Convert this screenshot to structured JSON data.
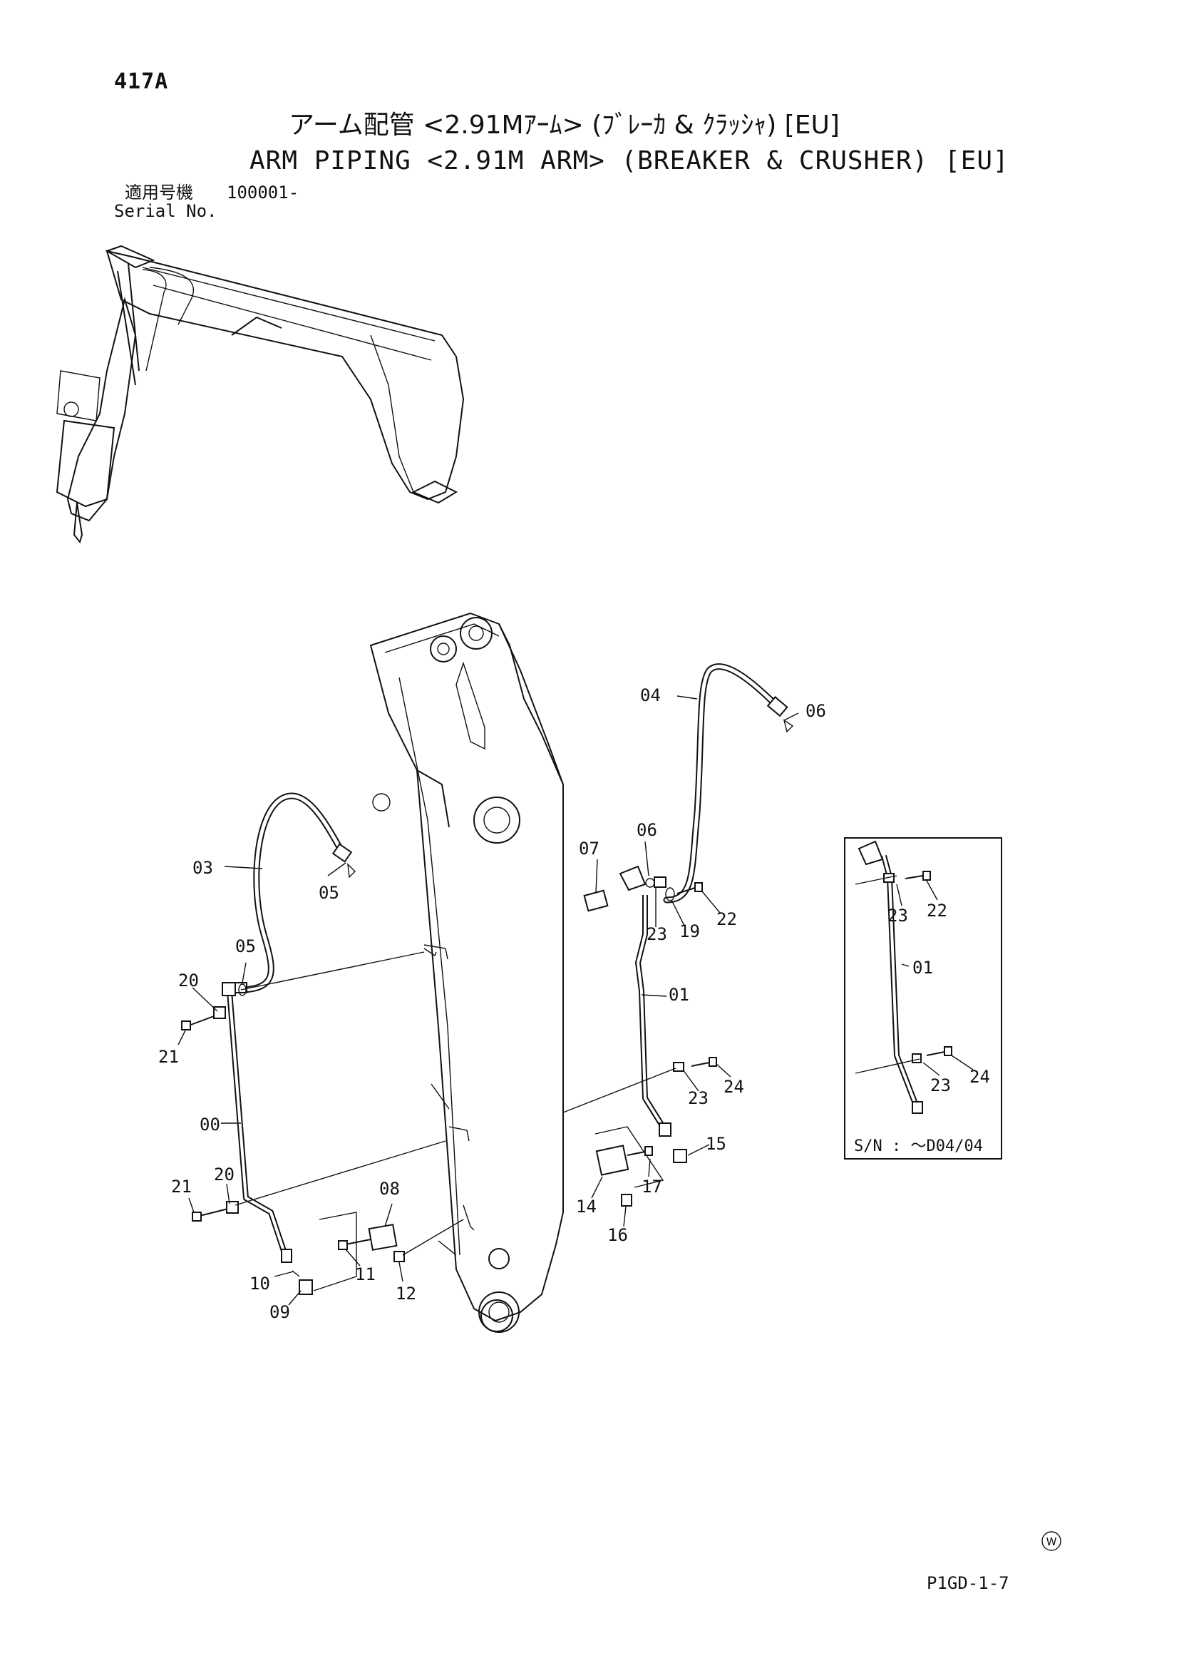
{
  "header": {
    "page_no": "417A",
    "title_jp": "アーム配管 <2.91Mｱｰﾑ> (ﾌﾞﾚｰｶ & ｸﾗｯｼｬ) [EU]",
    "title_en": "ARM PIPING <2.91M ARM> (BREAKER & CRUSHER) [EU]",
    "serial_label_jp": "適用号機",
    "serial_value": "100001-",
    "serial_label_en": "Serial No."
  },
  "callouts": {
    "c00": "00",
    "c01": "01",
    "c03": "03",
    "c04": "04",
    "c05a": "05",
    "c05b": "05",
    "c06a": "06",
    "c06b": "06",
    "c07": "07",
    "c08": "08",
    "c09": "09",
    "c10": "10",
    "c11": "11",
    "c12": "12",
    "c14": "14",
    "c15": "15",
    "c16": "16",
    "c17": "17",
    "c19": "19",
    "c20a": "20",
    "c20b": "20",
    "c21a": "21",
    "c21b": "21",
    "c22": "22",
    "c23a": "23",
    "c23b": "23",
    "c24": "24"
  },
  "inset": {
    "c23a": "23",
    "c22": "22",
    "c01": "01",
    "c23b": "23",
    "c24": "24",
    "note": "S/N : ～D04/04"
  },
  "footer": {
    "mark_letter": "W",
    "code": "P1GD-1-7"
  }
}
